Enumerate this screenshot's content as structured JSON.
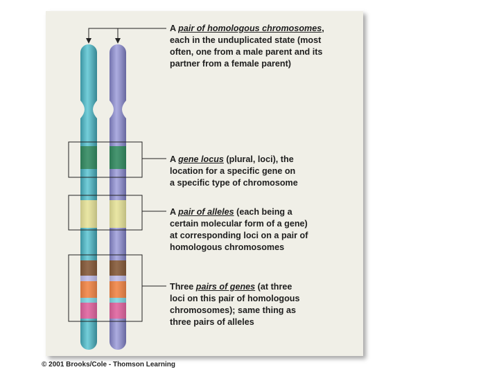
{
  "captions": {
    "homologous": {
      "pre": "A ",
      "term": "pair of homologous chromosomes",
      "post": ",",
      "lines": [
        "each in the unduplicated state (most",
        "often, one from a male parent and its",
        "partner from a female parent)"
      ]
    },
    "locus": {
      "pre": "A ",
      "term": "gene locus",
      "post": " (plural, loci), the",
      "lines": [
        "location for a specific gene on",
        "a specific type of chromosome"
      ]
    },
    "alleles": {
      "pre": "A ",
      "term": "pair of alleles",
      "post": " (each being a",
      "lines": [
        "certain molecular form of a gene)",
        "at corresponding loci on a pair of",
        "homologous chromosomes"
      ]
    },
    "genes": {
      "pre": "Three ",
      "term": "pairs of genes",
      "post": " (at three",
      "lines": [
        "loci on this pair of homologous",
        "chromosomes); same thing as",
        "three pairs of alleles"
      ]
    }
  },
  "copyright": "© 2001 Brooks/Cole - Thomson Learning",
  "colors": {
    "panel": "#f0efe7",
    "chromosome_left": "#3bb2c2",
    "chromosome_right": "#7f7fc9",
    "band_locus": "#1f7f52",
    "band_alleles": "#e4e090",
    "band_brown": "#7a4a26",
    "band_lavender": "#b9b6e6",
    "band_orange": "#f07a35",
    "band_cyan": "#73d0de",
    "band_pink": "#dd5596"
  }
}
